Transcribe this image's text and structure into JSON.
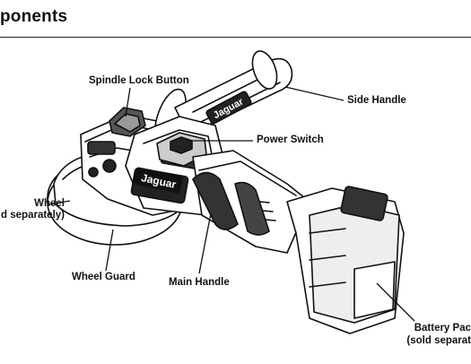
{
  "header": {
    "title": "ponents"
  },
  "labels": {
    "spindle_lock": "Spindle Lock Button",
    "side_handle": "Side Handle",
    "power_switch": "Power Switch",
    "wheel": "Wheel",
    "wheel_note": "d separately)",
    "wheel_guard": "Wheel Guard",
    "main_handle": "Main Handle",
    "battery": "Battery Pac",
    "battery_note": "(sold separat"
  },
  "branding": {
    "logo_text": "Jaguar",
    "logo_text_upright": "Jaguar"
  }
}
